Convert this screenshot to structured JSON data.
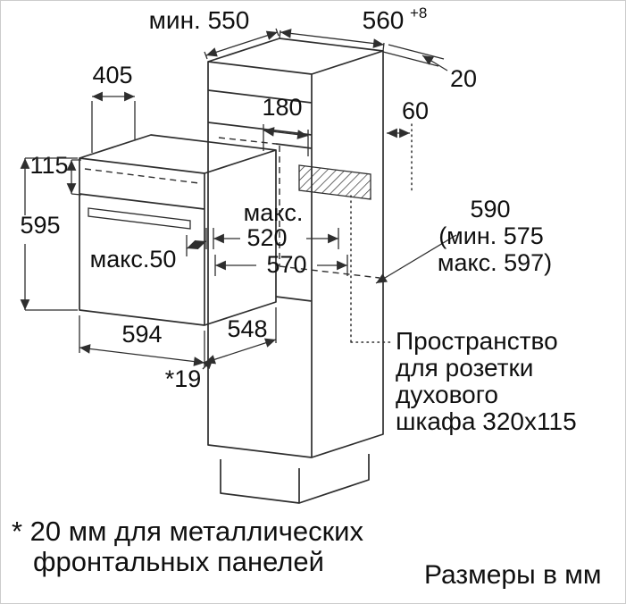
{
  "colors": {
    "line": "#2e2e2e",
    "text": "#101010",
    "background": "#ffffff"
  },
  "dimensions": {
    "min_depth": "мин. 550",
    "niche_width": "560",
    "niche_width_tol": "+8",
    "top_gap": "20",
    "vent_top": "180",
    "rear_gap": "60",
    "front_depth": "405",
    "panel_height": "115",
    "oven_height": "595",
    "max_label": "макс.",
    "max_depth": "520",
    "depth_570": "570",
    "handle_max": "макс.50",
    "oven_width": "594",
    "oven_depth": "548",
    "front_offset": "*19",
    "niche_height": "590",
    "niche_height_min": "(мин. 575",
    "niche_height_max": "макс. 597)"
  },
  "annotations": {
    "socket_line1": "Пространство",
    "socket_line2": "для розетки",
    "socket_line3": "духового",
    "socket_line4": "шкафа 320x115",
    "footnote_line1": "* 20 мм для металлических",
    "footnote_line2": "фронтальных панелей",
    "units": "Размеры в мм"
  }
}
